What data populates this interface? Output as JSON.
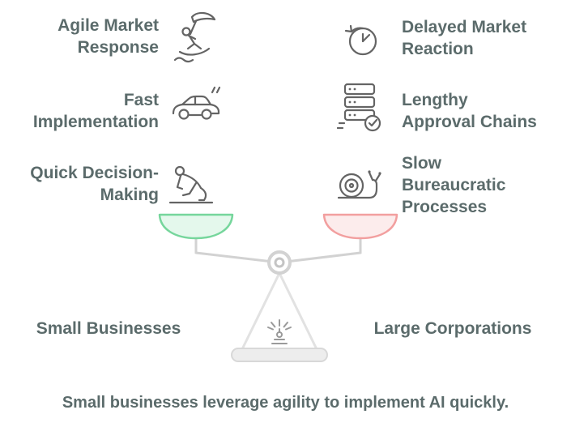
{
  "rows": [
    {
      "left": [
        "Agile Market",
        "Response"
      ],
      "right": [
        "Delayed Market",
        "Reaction"
      ]
    },
    {
      "left": [
        "Fast",
        "Implementation"
      ],
      "right": [
        "Lengthy",
        "Approval Chains"
      ]
    },
    {
      "left": [
        "Quick Decision-",
        "Making"
      ],
      "right": [
        "Slow",
        "Bureaucratic",
        "Processes"
      ]
    }
  ],
  "scale": {
    "left_label": "Small Businesses",
    "right_label": "Large Corporations"
  },
  "caption": "Small businesses leverage agility to implement AI quickly.",
  "icons": {
    "left": [
      "kitesurfer-icon",
      "fast-car-icon",
      "crawling-person-icon"
    ],
    "right": [
      "clock-rewind-icon",
      "approval-stack-icon",
      "snail-icon"
    ],
    "center": "gauge-icon"
  },
  "colors": {
    "text": "#5b6b6b",
    "green_pan_fill": "#e4f8ec",
    "green_pan_stroke": "#76d69c",
    "red_pan_fill": "#fcecec",
    "red_pan_stroke": "#f29f9f",
    "icon_gray": "#646464",
    "beam_gray": "#d2d2d2"
  }
}
